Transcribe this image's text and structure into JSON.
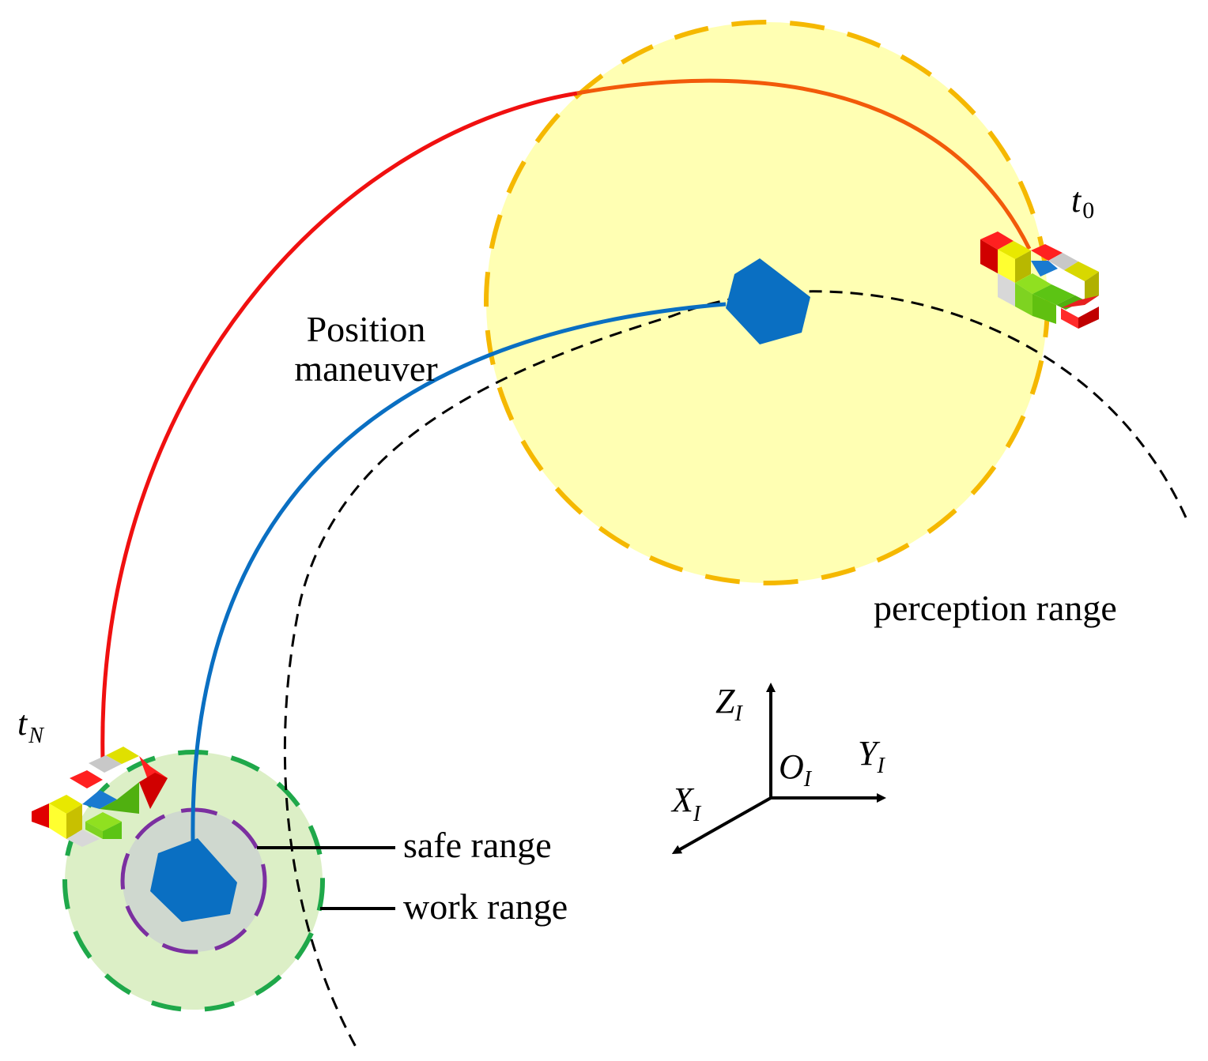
{
  "labels": {
    "position_line1": "Position",
    "position_line2": "maneuver",
    "perception": "perception range",
    "safe": "safe range",
    "work": "work range",
    "t0_main": "t",
    "t0_sub": "0",
    "tN_main": "t",
    "tN_sub": "N",
    "axis_z_main": "Z",
    "axis_z_sub": "I",
    "axis_y_main": "Y",
    "axis_y_sub": "I",
    "axis_x_main": "X",
    "axis_x_sub": "I",
    "origin_main": "O",
    "origin_sub": "I"
  },
  "colors": {
    "perception_fill": "#ffffb3",
    "perception_stroke": "#f5b800",
    "work_fill": "#dcefc6",
    "work_stroke": "#1fa84a",
    "safe_fill": "#cfd8cf",
    "safe_stroke": "#7b2fa0",
    "target": "#0a6fc2",
    "red_path": "#f01010",
    "orange_path": "#f25a0a",
    "blue_path": "#0a6fc2"
  },
  "icons": {
    "target_a": "hexagon-target-icon",
    "target_b": "hexagon-target-icon",
    "satellite_start": "cube-satellite-icon",
    "satellite_end": "cube-satellite-icon"
  }
}
